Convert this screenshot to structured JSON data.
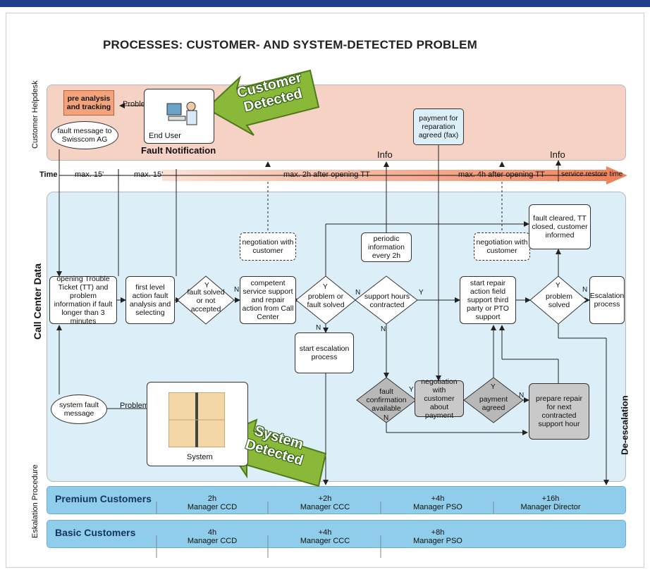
{
  "title": "PROCESSES: CUSTOMER- AND SYSTEM-DETECTED PROBLEM",
  "lanes": {
    "helpdesk": "Customer Helpdesk",
    "callcenter": "Call Center Data",
    "escalation": "Eskalation Procedure"
  },
  "helpdesk": {
    "pre_analysis": "pre analysis and tracking",
    "problem": "Problem",
    "end_user": "End User",
    "fault_notification": "Fault Notification",
    "fault_message": "fault message to Swisscom AG",
    "payment_agreed": "payment for reparation agreed (fax)",
    "info1": "Info",
    "info2": "Info",
    "customer_detected_1": "Customer",
    "customer_detected_2": "Detected"
  },
  "timeline": {
    "label": "Time",
    "seg1": "max. 15'",
    "seg2": "max. 15'",
    "seg3": "max. 2h after opening TT",
    "seg4": "max. 4h after opening TT",
    "end": "service restore time"
  },
  "callcenter": {
    "opening_tt": "opening Trouble Ticket (TT) and problem information if fault longer than 3 minutes",
    "first_level": "first level action fault analysis and selecting",
    "fault_solved_1": "Y",
    "fault_solved": "fault solved or not accepted",
    "n1": "N",
    "competent": "competent service support and repair action from Call Center",
    "negotiation1": "negotiation with customer",
    "problem_solved_y": "Y",
    "problem_or_fault": "problem or fault solved",
    "n2": "N",
    "n3": "N",
    "periodic": "periodic information every 2h",
    "support_hours": "support hours contracted",
    "y_support": "Y",
    "n_support": "N",
    "start_escalation": "start escalation process",
    "negotiation2": "negotiation with customer",
    "start_repair": "start repair action field support third party or PTO support",
    "fault_cleared": "fault cleared, TT closed, customer informed",
    "y_ps": "Y",
    "problem_solved": "problem solved",
    "n_ps": "N",
    "escalation_process": "Escalation process",
    "fault_confirmation": "fault confirmation available",
    "y_fc": "Y",
    "n_fc": "N",
    "negotiation_payment": "negotiation with customer about payment",
    "y_pa": "Y",
    "payment_agreed": "payment agreed",
    "n_pa": "N",
    "prepare_repair": "prepare repair for next contracted support hour",
    "system_fault": "system fault message",
    "problem2": "Problem",
    "system": "System",
    "system_detected_1": "System",
    "system_detected_2": "Detected",
    "de_escalation": "De-escalation"
  },
  "escalation": {
    "premium": "Premium Customers",
    "basic": "Basic Customers",
    "premium_cells": [
      {
        "time": "2h",
        "who": "Manager CCD"
      },
      {
        "time": "+2h",
        "who": "Manager CCC"
      },
      {
        "time": "+4h",
        "who": "Manager PSO"
      },
      {
        "time": "+16h",
        "who": "Manager Director"
      }
    ],
    "basic_cells": [
      {
        "time": "4h",
        "who": "Manager CCD"
      },
      {
        "time": "+4h",
        "who": "Manager CCC"
      },
      {
        "time": "+8h",
        "who": "Manager PSO"
      }
    ]
  },
  "colors": {
    "topbar": "#1e3f8a",
    "helpdesk_band": "#f6d2c4",
    "callcenter_band": "#dceff8",
    "escalation_band": "#8fcdeb",
    "arrow_green": "#8ab839",
    "orange_box": "#f2a37c",
    "grey_box": "#c9c9c9"
  }
}
